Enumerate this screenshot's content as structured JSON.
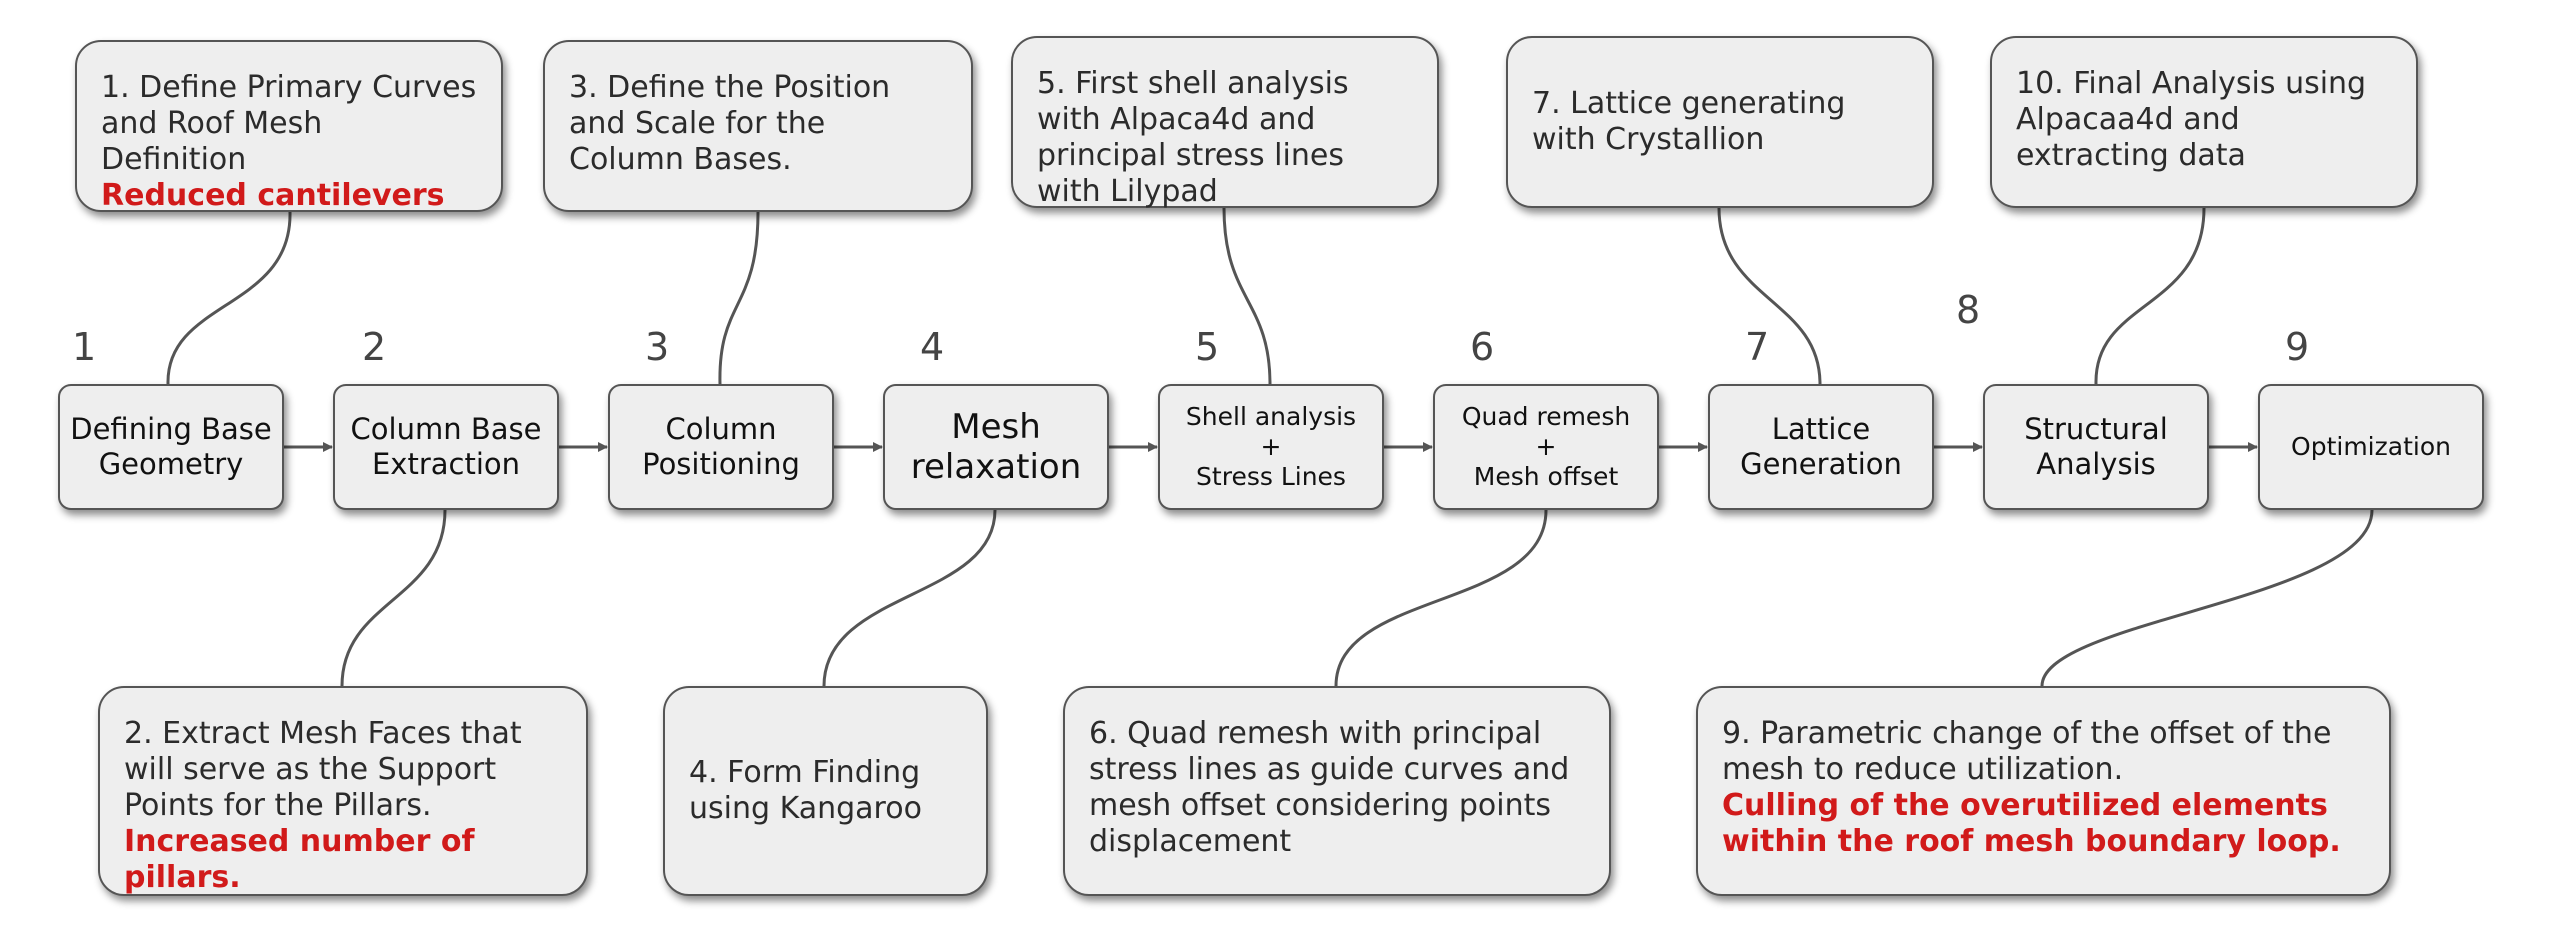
{
  "colors": {
    "box_fill": "#eeeeee",
    "border": "#555555",
    "line": "#555555",
    "highlight_red": "#d11a1a"
  },
  "steps": [
    {
      "number": "1",
      "label": "Defining Base Geometry"
    },
    {
      "number": "2",
      "label": "Column Base Extraction"
    },
    {
      "number": "3",
      "label": "Column Positioning"
    },
    {
      "number": "4",
      "label": "Mesh relaxation"
    },
    {
      "number": "5",
      "label_top": "Shell analysis",
      "plus": "+",
      "label_bottom": "Stress Lines"
    },
    {
      "number": "6",
      "label_top": "Quad remesh",
      "plus": "+",
      "label_bottom": "Mesh offset"
    },
    {
      "number": "7",
      "label": "Lattice Generation"
    },
    {
      "number": "8",
      "label": "Structural Analysis"
    },
    {
      "number": "9",
      "label": "Optimization"
    }
  ],
  "notes_top": [
    {
      "text": "1. Define Primary Curves and Roof Mesh Definition",
      "highlight": "Reduced cantilevers"
    },
    {
      "text": "3. Define the Position and Scale for the Column Bases."
    },
    {
      "text": "5. First shell analysis with Alpaca4d and principal stress lines with Lilypad"
    },
    {
      "text": "7. Lattice generating with Crystallion"
    },
    {
      "text": "10. Final Analysis using Alpacaa4d and extracting data"
    }
  ],
  "notes_bottom": [
    {
      "text": "2. Extract Mesh Faces that will serve as the Support Points for the Pillars.",
      "highlight": "Increased number of pillars."
    },
    {
      "text": "4. Form Finding using Kangaroo"
    },
    {
      "text": "6. Quad remesh with principal stress lines as guide curves and mesh offset considering points displacement"
    },
    {
      "text": "9. Parametric change of the offset of the mesh to reduce utilization.",
      "highlight": "Culling of the overutilized elements within the roof mesh boundary loop."
    }
  ]
}
